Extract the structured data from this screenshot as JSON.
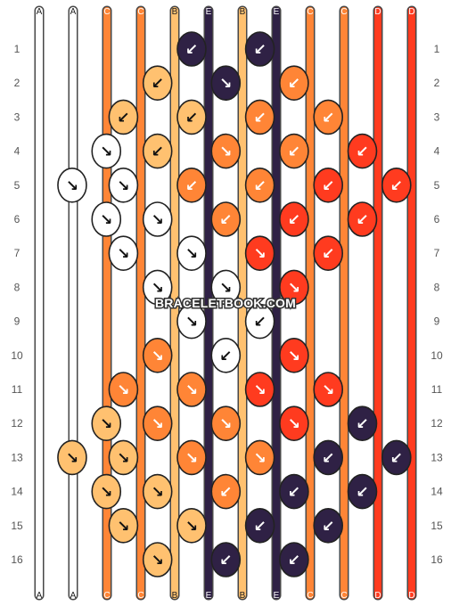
{
  "watermark": "BRACELETBOOK.COM",
  "colors": {
    "A": "#ffffff",
    "B": "#ffc170",
    "C": "#ff8536",
    "D": "#ff3b1f",
    "E": "#2f2145"
  },
  "strands_top": [
    "A",
    "A",
    "C",
    "C",
    "B",
    "E",
    "B",
    "E",
    "C",
    "C",
    "D",
    "D"
  ],
  "strands_bottom": [
    "A",
    "A",
    "C",
    "C",
    "B",
    "E",
    "B",
    "E",
    "C",
    "C",
    "D",
    "D"
  ],
  "rows": [
    {
      "label": "1",
      "knots": [
        {
          "col": 3,
          "color": "E",
          "dir": "↙"
        },
        {
          "col": 5,
          "color": "E",
          "dir": "↙"
        }
      ]
    },
    {
      "label": "2",
      "knots": [
        {
          "col": 2,
          "color": "B",
          "dir": "↙"
        },
        {
          "col": 4,
          "color": "E",
          "dir": "↘"
        },
        {
          "col": 6,
          "color": "C",
          "dir": "↙"
        }
      ]
    },
    {
      "label": "3",
      "knots": [
        {
          "col": 1,
          "color": "B",
          "dir": "↙"
        },
        {
          "col": 3,
          "color": "B",
          "dir": "↙"
        },
        {
          "col": 5,
          "color": "C",
          "dir": "↙"
        },
        {
          "col": 7,
          "color": "C",
          "dir": "↙"
        }
      ]
    },
    {
      "label": "4",
      "knots": [
        {
          "col": 0.5,
          "color": "A",
          "dir": "↘"
        },
        {
          "col": 2,
          "color": "B",
          "dir": "↙"
        },
        {
          "col": 4,
          "color": "C",
          "dir": "↘"
        },
        {
          "col": 6,
          "color": "C",
          "dir": "↙"
        },
        {
          "col": 8,
          "color": "D",
          "dir": "↙"
        }
      ]
    },
    {
      "label": "5",
      "knots": [
        {
          "col": -0.5,
          "color": "A",
          "dir": "↘"
        },
        {
          "col": 1,
          "color": "A",
          "dir": "↘"
        },
        {
          "col": 3,
          "color": "C",
          "dir": "↙"
        },
        {
          "col": 5,
          "color": "C",
          "dir": "↙"
        },
        {
          "col": 7,
          "color": "D",
          "dir": "↙"
        },
        {
          "col": 9,
          "color": "D",
          "dir": "↙"
        }
      ]
    },
    {
      "label": "6",
      "knots": [
        {
          "col": 0.5,
          "color": "A",
          "dir": "↘"
        },
        {
          "col": 2,
          "color": "A",
          "dir": "↘"
        },
        {
          "col": 4,
          "color": "C",
          "dir": "↙"
        },
        {
          "col": 6,
          "color": "D",
          "dir": "↙"
        },
        {
          "col": 8,
          "color": "D",
          "dir": "↙"
        }
      ]
    },
    {
      "label": "7",
      "knots": [
        {
          "col": 1,
          "color": "A",
          "dir": "↘"
        },
        {
          "col": 3,
          "color": "A",
          "dir": "↘"
        },
        {
          "col": 5,
          "color": "D",
          "dir": "↘"
        },
        {
          "col": 7,
          "color": "D",
          "dir": "↙"
        }
      ]
    },
    {
      "label": "8",
      "knots": [
        {
          "col": 2,
          "color": "A",
          "dir": "↘"
        },
        {
          "col": 4,
          "color": "A",
          "dir": "↘"
        },
        {
          "col": 6,
          "color": "D",
          "dir": "↘"
        }
      ]
    },
    {
      "label": "9",
      "knots": [
        {
          "col": 3,
          "color": "A",
          "dir": "↘"
        },
        {
          "col": 5,
          "color": "A",
          "dir": "↙"
        }
      ]
    },
    {
      "label": "10",
      "knots": [
        {
          "col": 2,
          "color": "C",
          "dir": "↘"
        },
        {
          "col": 4,
          "color": "A",
          "dir": "↙"
        },
        {
          "col": 6,
          "color": "D",
          "dir": "↘"
        }
      ]
    },
    {
      "label": "11",
      "knots": [
        {
          "col": 1,
          "color": "C",
          "dir": "↘"
        },
        {
          "col": 3,
          "color": "C",
          "dir": "↘"
        },
        {
          "col": 5,
          "color": "D",
          "dir": "↘"
        },
        {
          "col": 7,
          "color": "D",
          "dir": "↘"
        }
      ]
    },
    {
      "label": "12",
      "knots": [
        {
          "col": 0.5,
          "color": "B",
          "dir": "↘"
        },
        {
          "col": 2,
          "color": "C",
          "dir": "↘"
        },
        {
          "col": 4,
          "color": "C",
          "dir": "↘"
        },
        {
          "col": 6,
          "color": "D",
          "dir": "↘"
        },
        {
          "col": 8,
          "color": "E",
          "dir": "↙"
        }
      ]
    },
    {
      "label": "13",
      "knots": [
        {
          "col": -0.5,
          "color": "B",
          "dir": "↘"
        },
        {
          "col": 1,
          "color": "B",
          "dir": "↘"
        },
        {
          "col": 3,
          "color": "C",
          "dir": "↘"
        },
        {
          "col": 5,
          "color": "C",
          "dir": "↘"
        },
        {
          "col": 7,
          "color": "E",
          "dir": "↙"
        },
        {
          "col": 9,
          "color": "E",
          "dir": "↙"
        }
      ]
    },
    {
      "label": "14",
      "knots": [
        {
          "col": 0.5,
          "color": "B",
          "dir": "↘"
        },
        {
          "col": 2,
          "color": "B",
          "dir": "↘"
        },
        {
          "col": 4,
          "color": "C",
          "dir": "↙"
        },
        {
          "col": 6,
          "color": "E",
          "dir": "↙"
        },
        {
          "col": 8,
          "color": "E",
          "dir": "↙"
        }
      ]
    },
    {
      "label": "15",
      "knots": [
        {
          "col": 1,
          "color": "B",
          "dir": "↘"
        },
        {
          "col": 3,
          "color": "B",
          "dir": "↘"
        },
        {
          "col": 5,
          "color": "E",
          "dir": "↙"
        },
        {
          "col": 7,
          "color": "E",
          "dir": "↙"
        }
      ]
    },
    {
      "label": "16",
      "knots": [
        {
          "col": 2,
          "color": "B",
          "dir": "↘"
        },
        {
          "col": 4,
          "color": "E",
          "dir": "↙"
        },
        {
          "col": 6,
          "color": "E",
          "dir": "↙"
        }
      ]
    }
  ]
}
